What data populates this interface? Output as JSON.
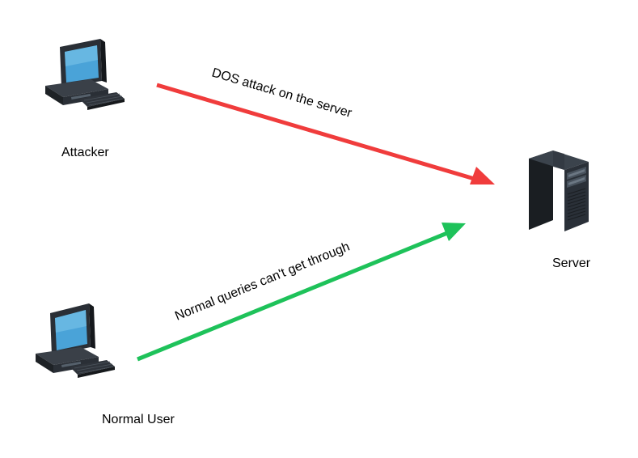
{
  "nodes": {
    "attacker": {
      "label": "Attacker",
      "icon": "desktop-computer-icon"
    },
    "normal_user": {
      "label": "Normal User",
      "icon": "desktop-computer-icon"
    },
    "server": {
      "label": "Server",
      "icon": "tower-server-icon"
    }
  },
  "edges": {
    "attack": {
      "label": "DOS attack on the server",
      "color": "#f03c3c"
    },
    "normal": {
      "label": "Normal queries can't get through",
      "color": "#1ec25a"
    }
  }
}
